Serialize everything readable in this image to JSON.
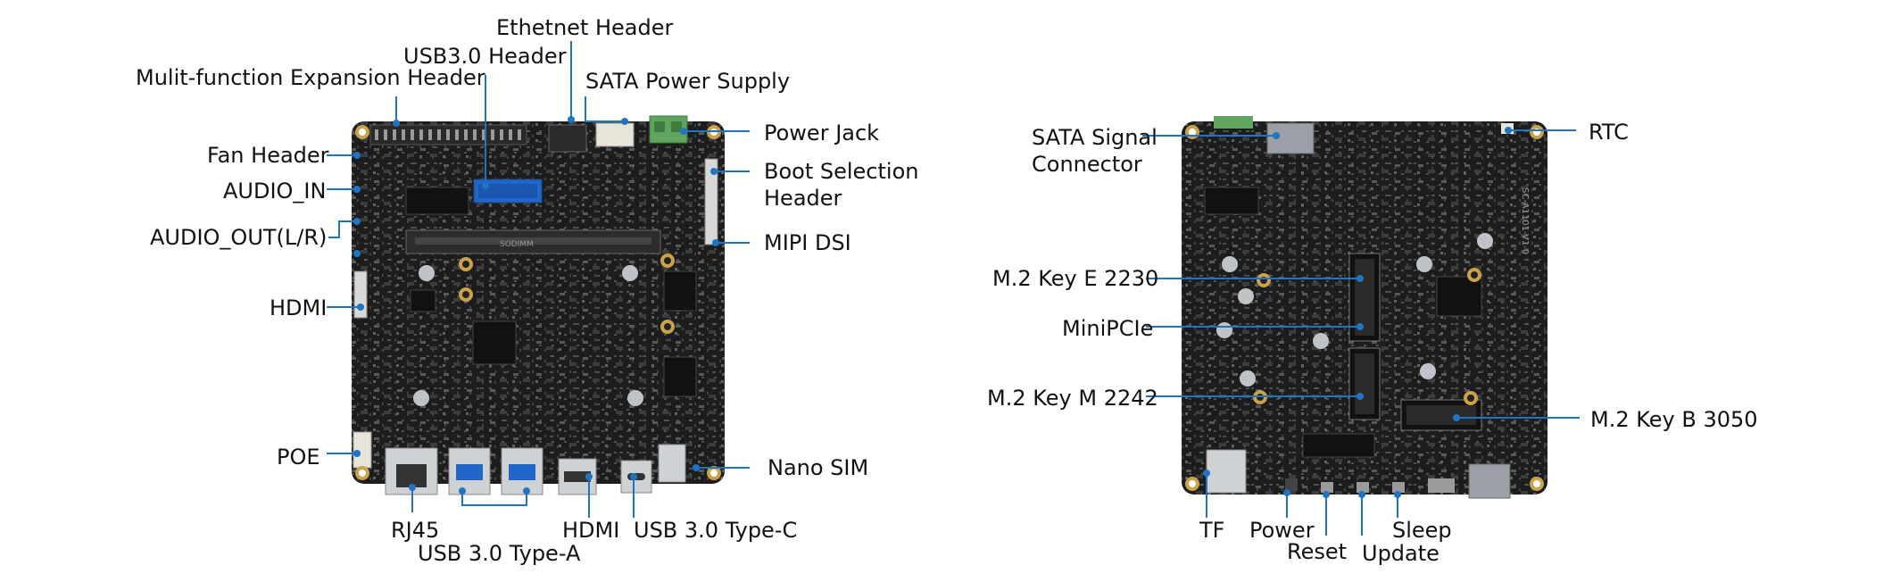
{
  "colors": {
    "board": "#1f1f1f",
    "board_dark": "#141414",
    "silk": "#7a7a7a",
    "callout_line": "#1f74c4",
    "callout_dot": "#1f74c4",
    "gold_pad": "#c9a24a",
    "usb_blue": "#2166c9",
    "green_terminal": "#5fa55f",
    "metal": "#bfc3c7",
    "label_text": "#111111"
  },
  "front_labels": {
    "ethernet_header": "Ethetnet Header",
    "usb30_header": "USB3.0 Header",
    "multifunction_header": "Mulit-function Expansion Header",
    "sata_power_supply": "SATA Power Supply",
    "power_jack": "Power Jack",
    "fan_header": "Fan Header",
    "boot_selection_header_line1": "Boot Selection",
    "boot_selection_header_line2": "Header",
    "audio_in": "AUDIO_IN",
    "audio_out": "AUDIO_OUT(L/R)",
    "mipi_dsi": "MIPI DSI",
    "hdmi_side": "HDMI",
    "poe": "POE",
    "nano_sim": "Nano SIM",
    "rj45": "RJ45",
    "usb30_type_a": "USB 3.0 Type-A",
    "hdmi_bottom": "HDMI",
    "usb30_type_c": "USB 3.0 Type-C"
  },
  "back_labels": {
    "sata_signal_line1": "SATA Signal",
    "sata_signal_line2": "Connector",
    "rtc": "RTC",
    "m2_key_e": "M.2 Key E 2230",
    "minipcie": "MiniPCIe",
    "m2_key_m": "M.2 Key M 2242",
    "m2_key_b": "M.2 Key B 3050",
    "tf": "TF",
    "power": "Power",
    "reset": "Reset",
    "update": "Update",
    "sleep": "Sleep"
  },
  "silkscreen": {
    "ddr_text": "SODIMM",
    "board_id": "SC-A1101-V1-0"
  },
  "icons": [
    "callout-dot",
    "mounting-hole",
    "usb-a-port",
    "rj45-port",
    "hdmi-port",
    "usb-c-port",
    "sim-slot",
    "tf-slot",
    "m2-slot"
  ]
}
